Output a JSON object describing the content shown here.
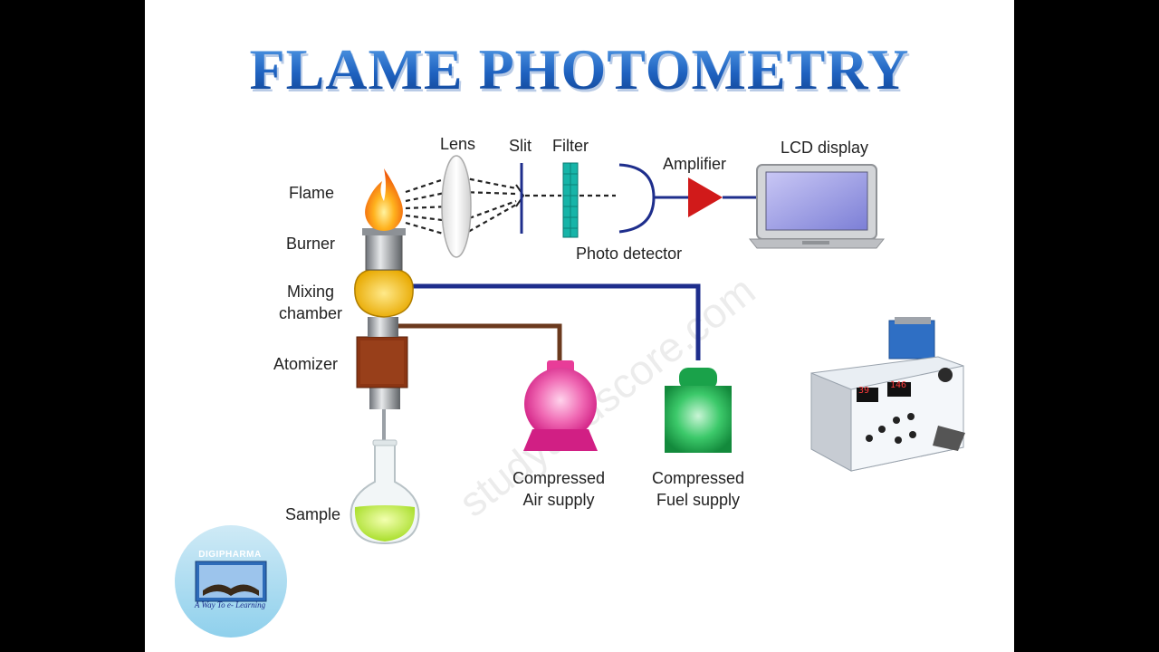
{
  "title": "FLAME PHOTOMETRY",
  "labels": {
    "flame": "Flame",
    "burner": "Burner",
    "mixing_chamber_line1": "Mixing",
    "mixing_chamber_line2": "chamber",
    "atomizer": "Atomizer",
    "sample": "Sample",
    "lens": "Lens",
    "slit": "Slit",
    "filter": "Filter",
    "photo_detector": "Photo detector",
    "amplifier": "Amplifier",
    "lcd_display": "LCD display",
    "air_supply_line1": "Compressed",
    "air_supply_line2": "Air supply",
    "fuel_supply_line1": "Compressed",
    "fuel_supply_line2": "Fuel supply"
  },
  "instrument": {
    "readout_left": "39",
    "readout_right": "146"
  },
  "logo": {
    "name": "DIGIPHARMA",
    "tagline": "A Way To e- Learning"
  },
  "watermark": "studyandscore.com",
  "colors": {
    "title_blue": "#1f62c0",
    "fuel_line": "#1e2e8c",
    "air_line": "#6b3a1e",
    "amplifier_red": "#d11a1a",
    "air_cylinder_pink": "#e83c98",
    "fuel_cylinder_green": "#1aa24a",
    "atomizer_brown": "#8b3513",
    "mixing_chamber_yellow": "#f0c21a",
    "detector_blue": "#1e2e8c"
  }
}
